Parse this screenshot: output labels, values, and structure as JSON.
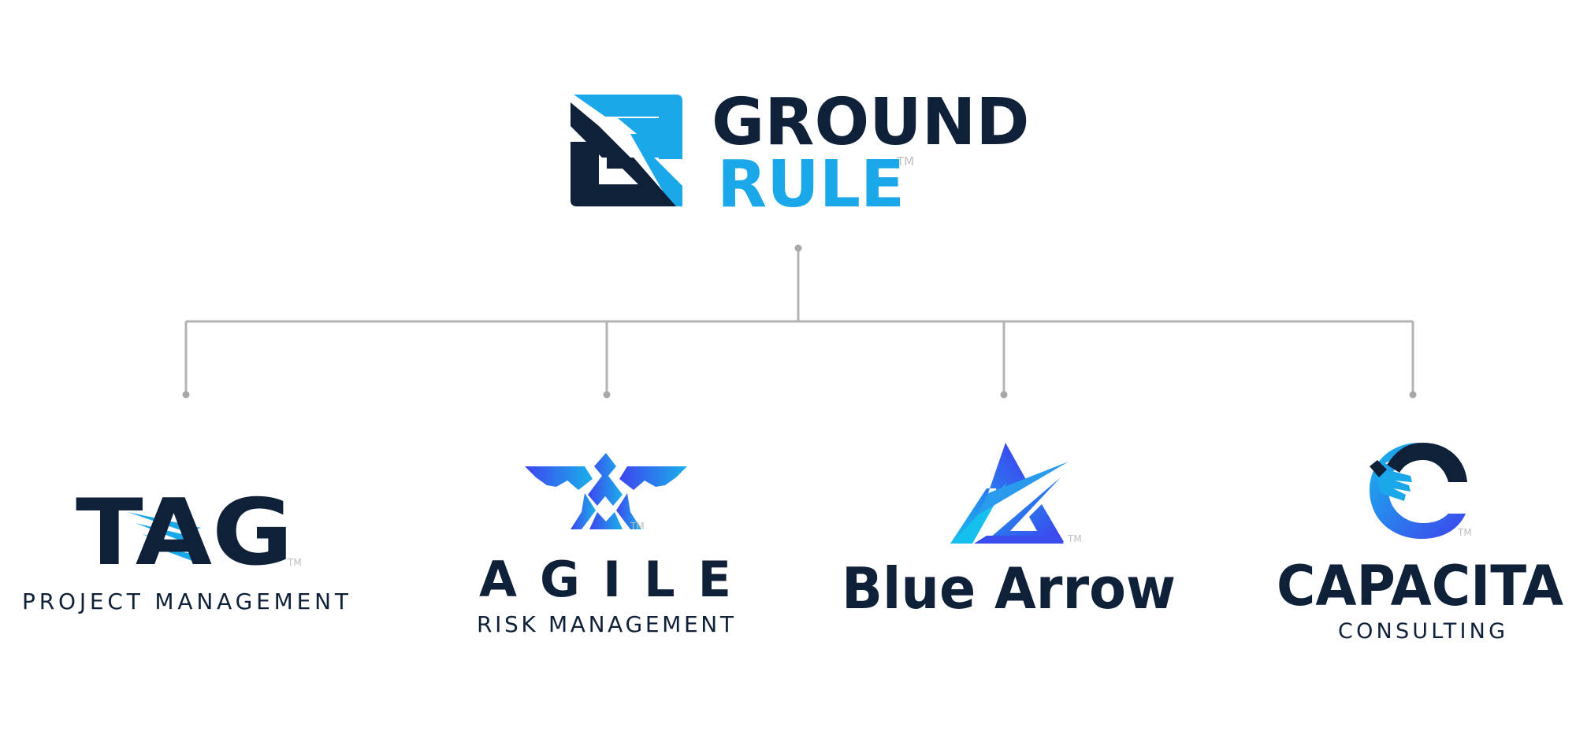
{
  "colors": {
    "navy": "#0f2039",
    "sky": "#1aa8ea",
    "indigo": "#3f49ee",
    "connector": "#b3b3b3",
    "tm": "#bfbfbf"
  },
  "parent": {
    "line1": "GROUND",
    "line2": "RULE",
    "tm": "TM"
  },
  "children": [
    {
      "id": "tag",
      "icon": "wing-icon",
      "name": "TAG",
      "tagline": "PROJECT MANAGEMENT",
      "tm": "TM"
    },
    {
      "id": "agile",
      "icon": "eagle-icon",
      "name": "AGILE",
      "tagline": "RISK MANAGEMENT",
      "tm": "TM"
    },
    {
      "id": "blue-arrow",
      "icon": "triangle-arrow-icon",
      "name": "Blue Arrow",
      "tagline": "",
      "tm": "TM"
    },
    {
      "id": "capacita",
      "icon": "handshake-c-icon",
      "name": "CAPACITA",
      "tagline": "CONSULTING",
      "tm": "TM"
    }
  ]
}
